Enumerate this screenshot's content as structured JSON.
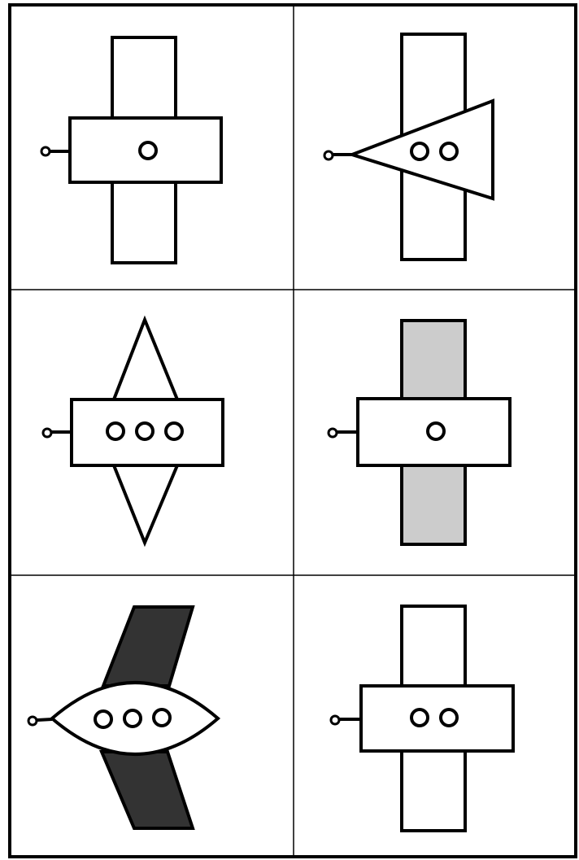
{
  "grid": {
    "rows": 3,
    "cols": 2
  },
  "colors": {
    "stroke": "#000000",
    "background": "#ffffff",
    "light_fill": "#cccccc",
    "dark_fill": "#333333"
  },
  "cells": [
    {
      "row": 1,
      "col": 1,
      "wing_shape": "rectangle",
      "wing_fill": "white",
      "body_shape": "rectangle",
      "window_count": 1,
      "antenna": true
    },
    {
      "row": 1,
      "col": 2,
      "wing_shape": "rectangle",
      "wing_fill": "white",
      "body_shape": "triangle",
      "window_count": 2,
      "antenna": true
    },
    {
      "row": 2,
      "col": 1,
      "wing_shape": "diamond",
      "wing_fill": "white",
      "body_shape": "rectangle",
      "window_count": 3,
      "antenna": true
    },
    {
      "row": 2,
      "col": 2,
      "wing_shape": "rectangle",
      "wing_fill": "light-gray",
      "body_shape": "rectangle",
      "window_count": 1,
      "antenna": true
    },
    {
      "row": 3,
      "col": 1,
      "wing_shape": "swept",
      "wing_fill": "dark-gray",
      "body_shape": "lens",
      "window_count": 3,
      "antenna": true
    },
    {
      "row": 3,
      "col": 2,
      "wing_shape": "rectangle",
      "wing_fill": "white",
      "body_shape": "rectangle",
      "window_count": 2,
      "antenna": true
    }
  ]
}
